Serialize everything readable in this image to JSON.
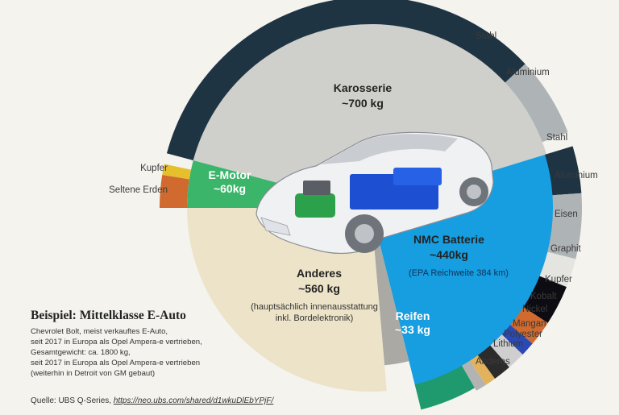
{
  "chart_data": {
    "type": "pie",
    "title": "",
    "segments": [
      {
        "id": "karosserie",
        "name": "Karosserie",
        "value_text": "~700 kg",
        "value": 700,
        "color": "#cfcfcc"
      },
      {
        "id": "batterie",
        "name": "NMC Batterie",
        "value_text": "~440kg",
        "value": 440,
        "note": "(EPA Reichweite 384 km)",
        "color": "#169ee0"
      },
      {
        "id": "reifen",
        "name": "Reifen",
        "value_text": "~33 kg",
        "value": 33,
        "color": "#aaa9a4"
      },
      {
        "id": "anderes",
        "name": "Anderes",
        "value_text": "~560 kg",
        "value": 560,
        "note_lines": [
          "(hauptsächlich innenausstattung",
          "inkl. Bordelektronik)"
        ],
        "color": "#ece3c8"
      },
      {
        "id": "motor",
        "name": "E-Motor",
        "value_text": "~60kg",
        "value": 60,
        "color": "#3bb56a"
      }
    ],
    "outer_ring": [
      {
        "parent": "karosserie",
        "name": "Stahl",
        "color": "#1f3443"
      },
      {
        "parent": "karosserie",
        "name": "Aluminium",
        "color": "#aeb3b5"
      },
      {
        "parent": "batterie",
        "name": "Stahl",
        "color": "#1f3443"
      },
      {
        "parent": "batterie",
        "name": "Aluminium",
        "color": "#aeb3b5"
      },
      {
        "parent": "batterie",
        "name": "Eisen",
        "color": "#e4e5e0"
      },
      {
        "parent": "batterie",
        "name": "Graphit",
        "color": "#0c0c12"
      },
      {
        "parent": "batterie",
        "name": "Kupfer",
        "color": "#d06a2e"
      },
      {
        "parent": "batterie",
        "name": "Kobalt",
        "color": "#2a49b4"
      },
      {
        "parent": "batterie",
        "name": "Nickel",
        "color": "#cfcfcf"
      },
      {
        "parent": "batterie",
        "name": "Mangan",
        "color": "#2b2b2b"
      },
      {
        "parent": "batterie",
        "name": "Polyester",
        "color": "#e2b35c"
      },
      {
        "parent": "batterie",
        "name": "Lithium",
        "color": "#b3b3b3"
      },
      {
        "parent": "batterie",
        "name": "Anderes",
        "color": "#1e9a6e"
      },
      {
        "parent": "motor",
        "name": "Kupfer",
        "color": "#d06a2e"
      },
      {
        "parent": "motor",
        "name": "Seltene Erden",
        "color": "#e6c02c"
      }
    ]
  },
  "caption": {
    "title": "Beispiel: Mittelklasse E-Auto",
    "lines": [
      "Chevrolet Bolt, meist verkauftes E-Auto,",
      "seit 2017 in Europa als Opel Ampera-e vertrieben,",
      "Gesamtgewicht: ca. 1800 kg,",
      "seit 2017 in Europa als Opel Ampera-e vertrieben",
      "(weiterhin in Detroit von GM gebaut)"
    ]
  },
  "source": {
    "prefix": "Quelle: UBS Q-Series, ",
    "link": "https://neo.ubs.com/shared/d1wkuDlEbYPjF/"
  }
}
